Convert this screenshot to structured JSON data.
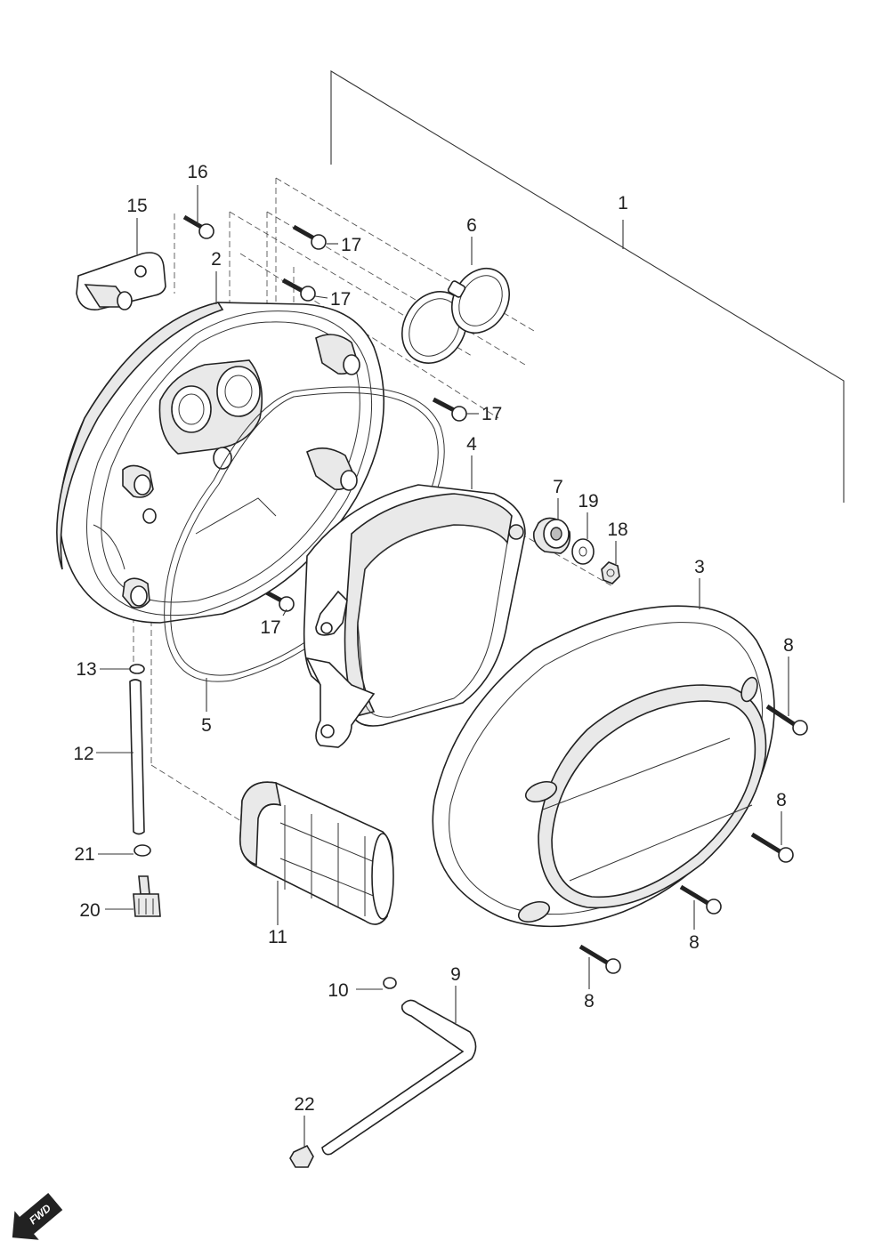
{
  "callouts": {
    "c1": "1",
    "c2": "2",
    "c3": "3",
    "c4": "4",
    "c5": "5",
    "c6": "6",
    "c7": "7",
    "c8a": "8",
    "c8b": "8",
    "c8c": "8",
    "c8d": "8",
    "c9": "9",
    "c10": "10",
    "c11": "11",
    "c12": "12",
    "c13": "13",
    "c15": "15",
    "c16": "16",
    "c17a": "17",
    "c17b": "17",
    "c17c": "17",
    "c17d": "17",
    "c18": "18",
    "c19": "19",
    "c20": "20",
    "c21": "21",
    "c22": "22"
  },
  "fwd_label": "FWD"
}
